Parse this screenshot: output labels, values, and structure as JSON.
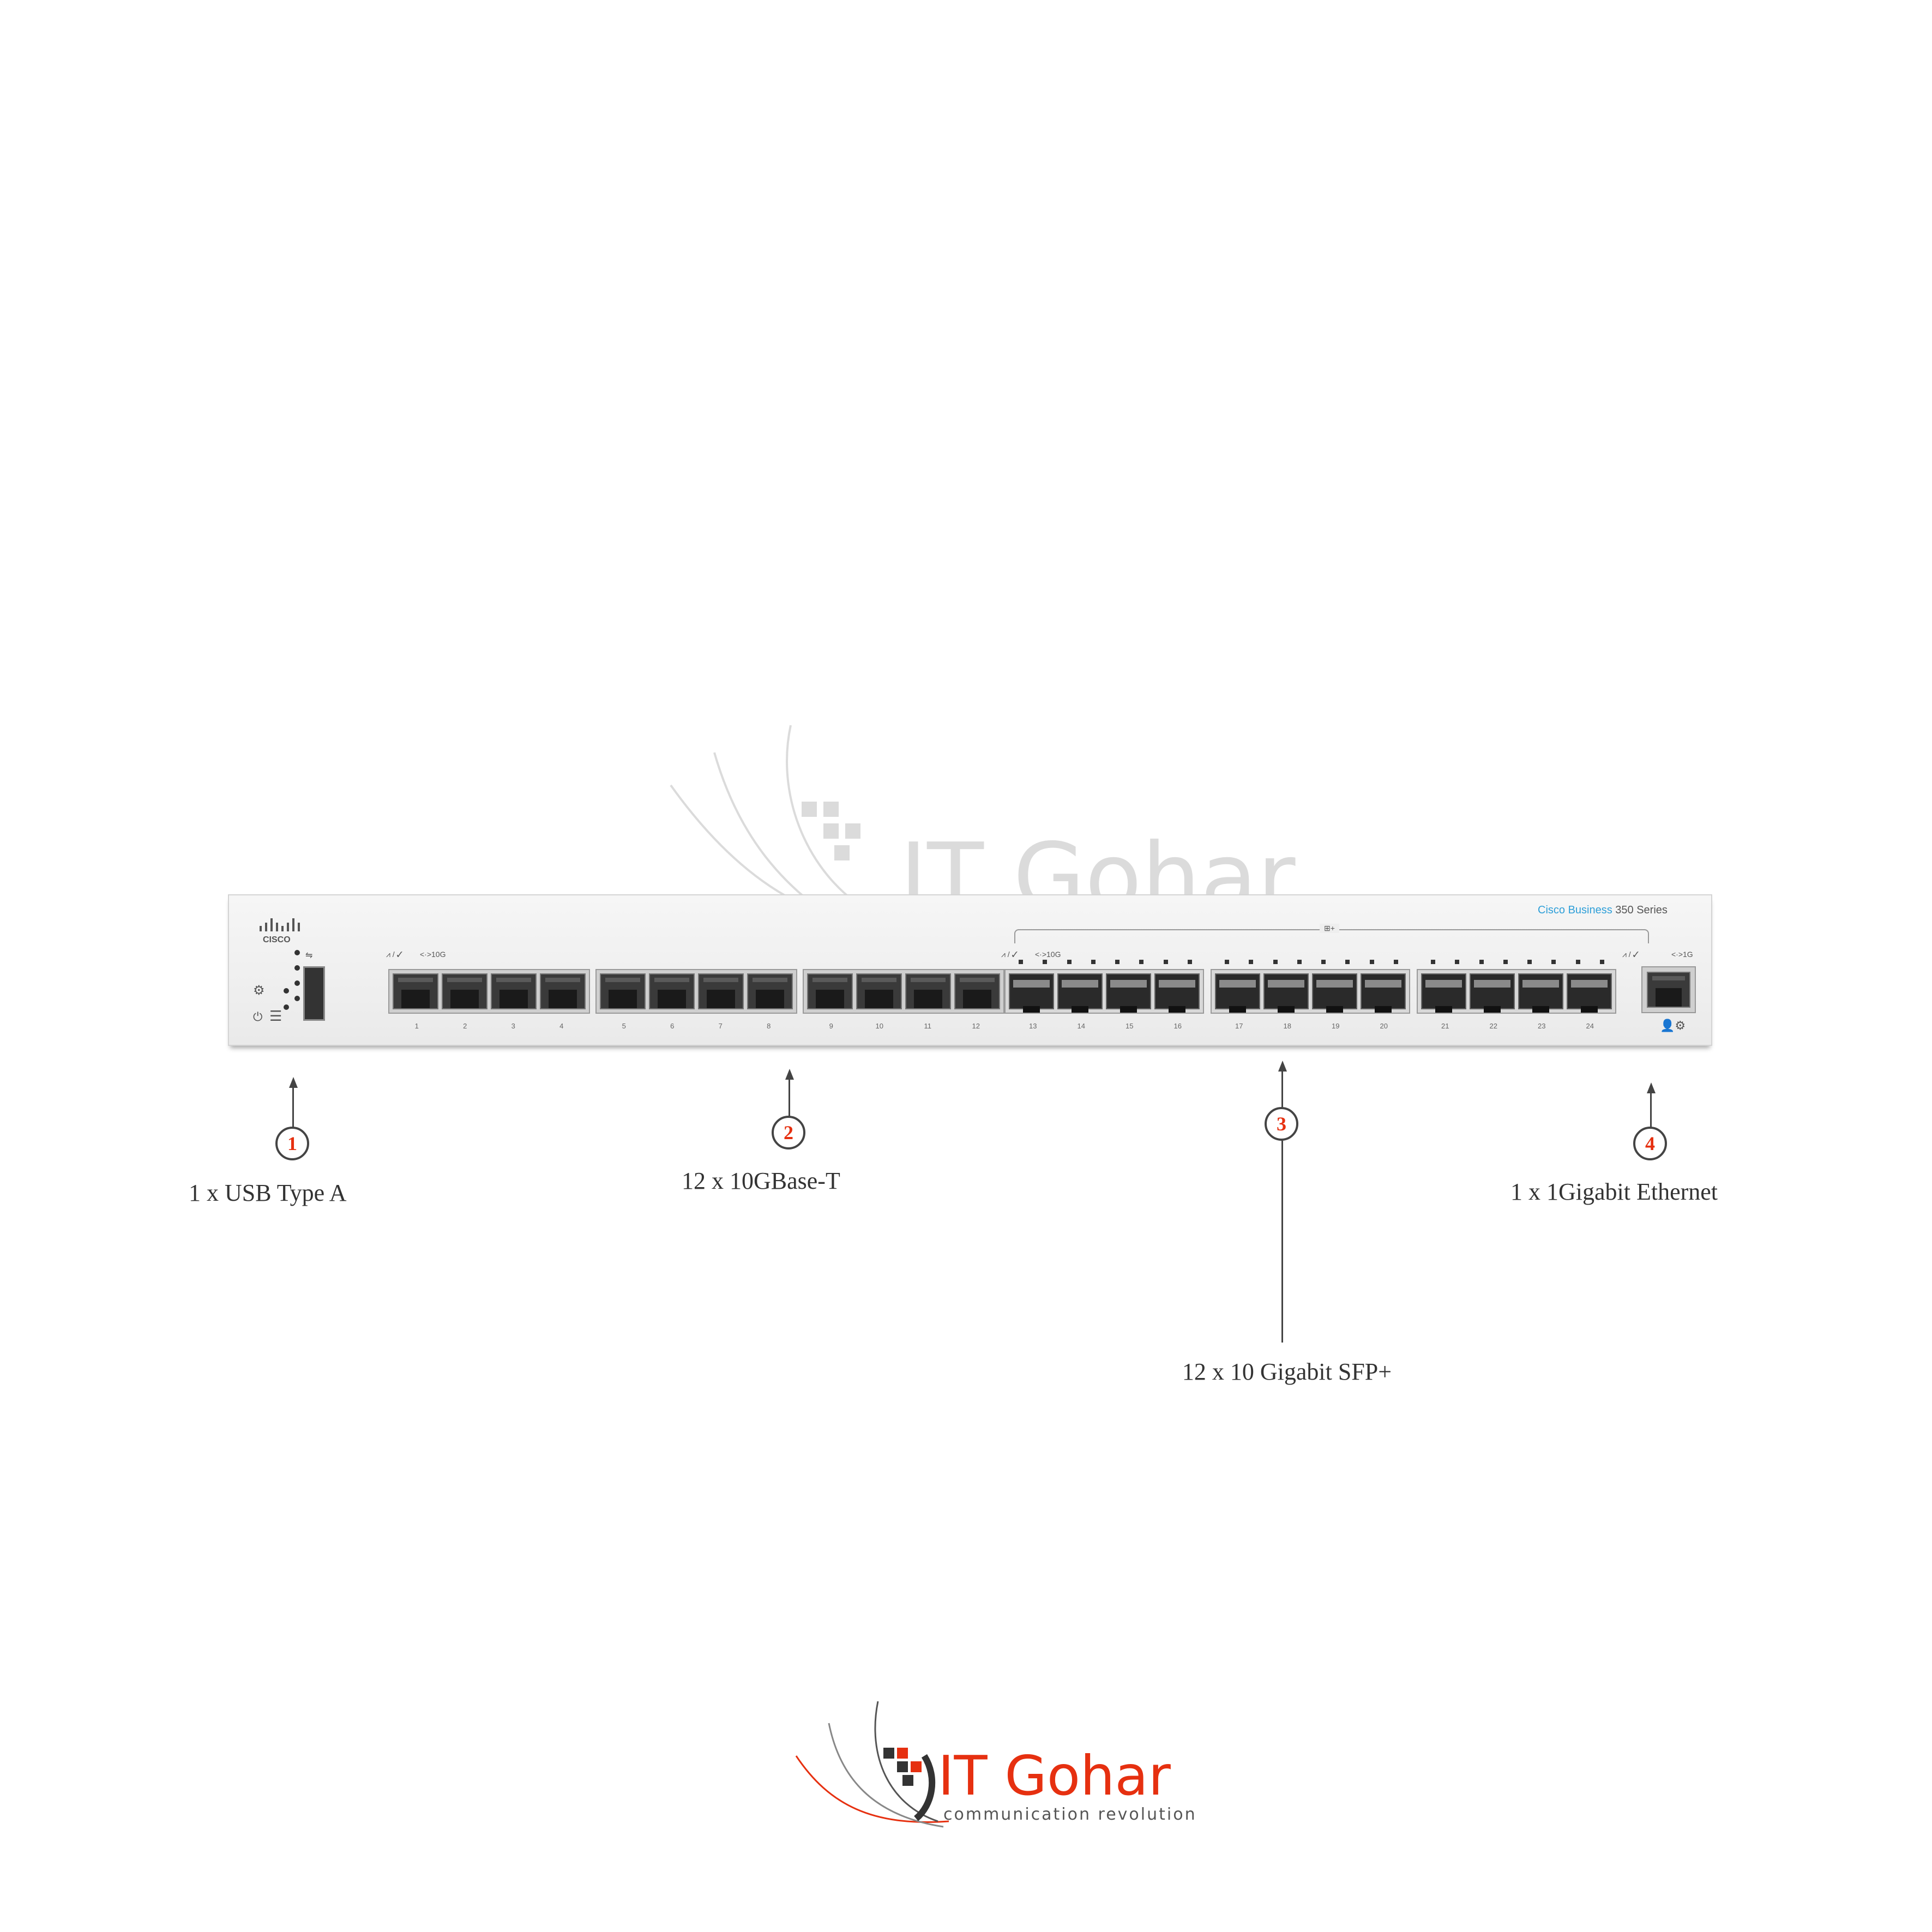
{
  "switch": {
    "brand_line": "Cisco Business",
    "series": "350 Series",
    "rj45_speed_label": "<·>10G",
    "sfp_speed_label": "<·>10G",
    "mgmt_speed_label": "<·>1G",
    "rj45_ports": [
      "1",
      "2",
      "3",
      "4",
      "5",
      "6",
      "7",
      "8",
      "9",
      "10",
      "11",
      "12"
    ],
    "sfp_ports": [
      "13",
      "14",
      "15",
      "16",
      "17",
      "18",
      "19",
      "20",
      "21",
      "22",
      "23",
      "24"
    ],
    "colors": {
      "brand_blue": "#2e9fd8",
      "chassis": "#eeeeee"
    }
  },
  "callouts": [
    {
      "number": "1",
      "label": "1 x USB Type A"
    },
    {
      "number": "2",
      "label": "12 x 10GBase-T"
    },
    {
      "number": "3",
      "label": "12 x 10 Gigabit SFP+"
    },
    {
      "number": "4",
      "label": "1 x 1Gigabit Ethernet"
    }
  ],
  "watermark": {
    "text": "IT Gohar"
  },
  "logo": {
    "name": "IT Gohar",
    "tagline": "communication revolution",
    "accent_color": "#e63010"
  }
}
